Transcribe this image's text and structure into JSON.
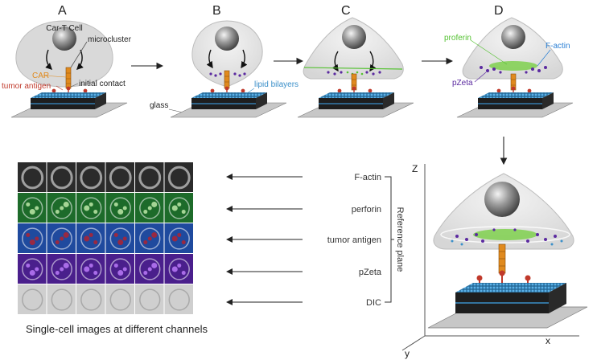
{
  "panels": {
    "a": {
      "letter": "A",
      "cell_label": "Car-T Cell",
      "microcluster": "microcluster",
      "car": "CAR",
      "tumor_antigen": "tumor antigen",
      "initial_contact": "initial contact",
      "glass": "glass"
    },
    "b": {
      "letter": "B",
      "lipid_bilayers": "lipid bilayers"
    },
    "c": {
      "letter": "C"
    },
    "d": {
      "letter": "D",
      "proferin": "proferin",
      "factin": "F-actin",
      "pzeta": "pZeta"
    }
  },
  "channels": {
    "labels": [
      "F-actin",
      "perforin",
      "tumor antigen",
      "pZeta",
      "DIC"
    ],
    "brace_label": "Reference plane",
    "caption": "Single-cell images at different channels",
    "colors": [
      "#2b2b2b",
      "#1d6b2a",
      "#1f4a9e",
      "#4a1f8c",
      "#cfcfcf"
    ]
  },
  "axes": {
    "z": "Z",
    "x": "x",
    "y": "y"
  },
  "colors": {
    "car": "#e08a1e",
    "antigen": "#c0392b",
    "lipid": "#3a8fc9",
    "proferin": "#55c232",
    "pzeta_dots": "#5b2aa0",
    "factin": "#2a7fd4"
  }
}
